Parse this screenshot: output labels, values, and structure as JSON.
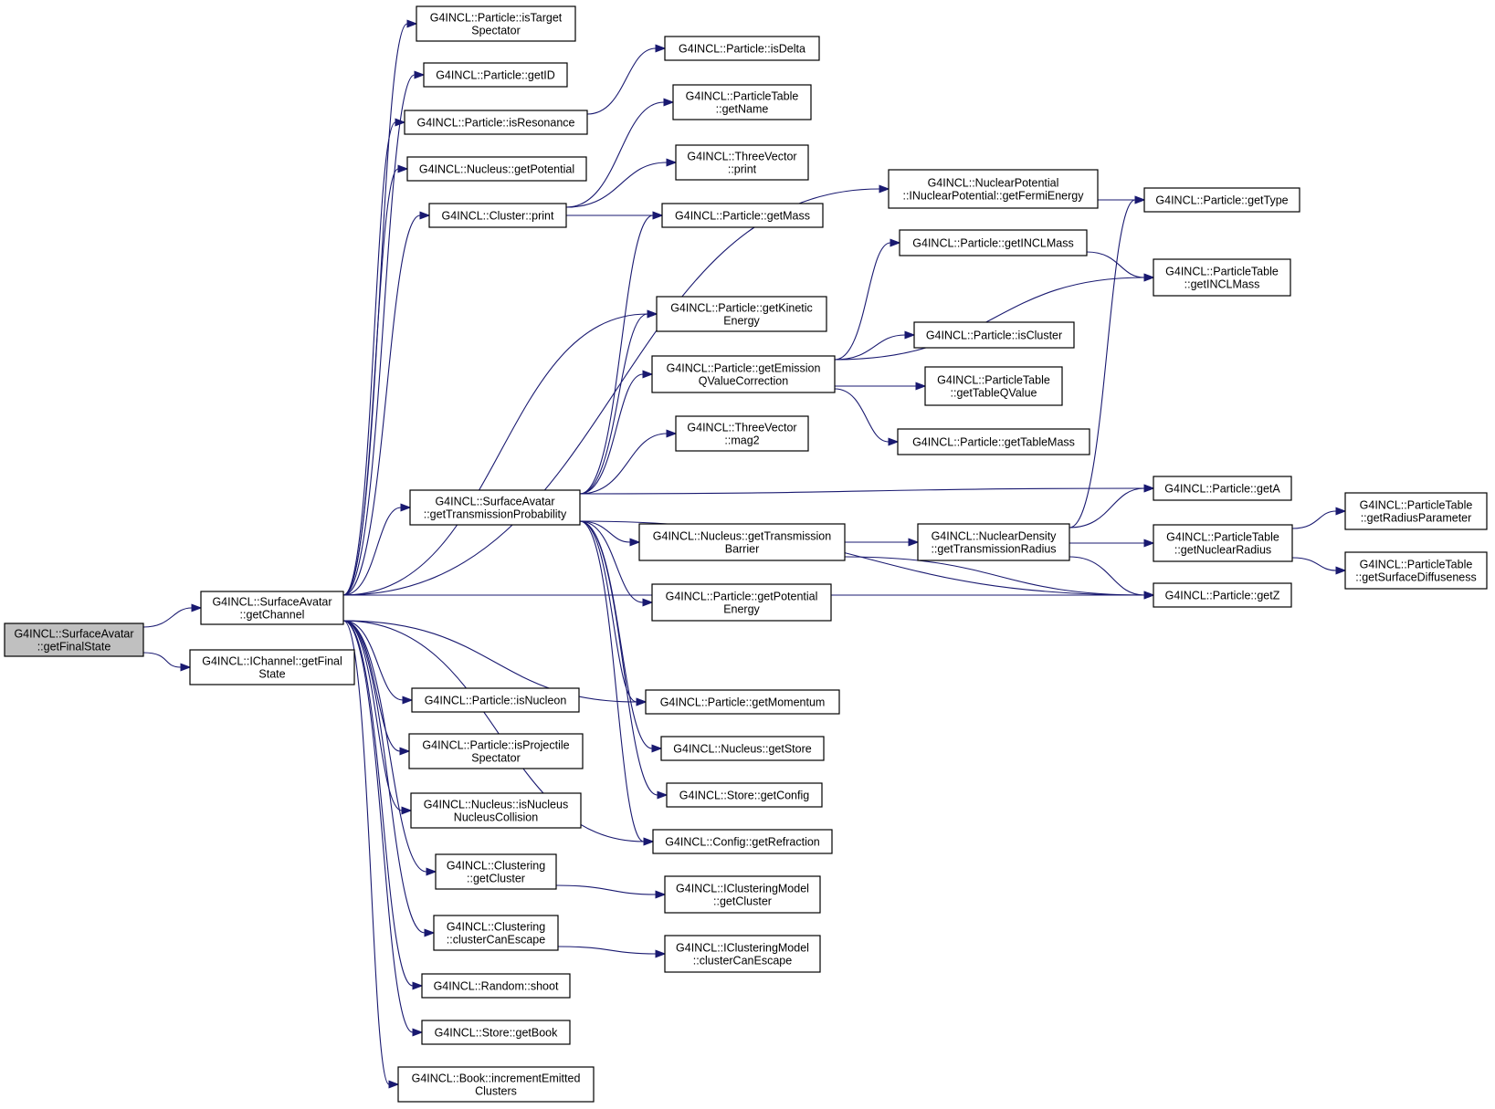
{
  "graph": {
    "edge_color": "#191970",
    "root_fill": "#c0c0c0",
    "node_fill": "#ffffff",
    "nodes": [
      {
        "id": "root",
        "lines": [
          "G4INCL::SurfaceAvatar",
          "::getFinalState"
        ]
      },
      {
        "id": "getChannel",
        "lines": [
          "G4INCL::SurfaceAvatar",
          "::getChannel"
        ]
      },
      {
        "id": "ichannelFinal",
        "lines": [
          "G4INCL::IChannel::getFinal",
          "State"
        ]
      },
      {
        "id": "isTargetSpectator",
        "lines": [
          "G4INCL::Particle::isTarget",
          "Spectator"
        ]
      },
      {
        "id": "getID",
        "lines": [
          "G4INCL::Particle::getID"
        ]
      },
      {
        "id": "isResonance",
        "lines": [
          "G4INCL::Particle::isResonance"
        ]
      },
      {
        "id": "nucGetPotential",
        "lines": [
          "G4INCL::Nucleus::getPotential"
        ]
      },
      {
        "id": "clusterPrint",
        "lines": [
          "G4INCL::Cluster::print"
        ]
      },
      {
        "id": "getTransProb",
        "lines": [
          "G4INCL::SurfaceAvatar",
          "::getTransmissionProbability"
        ]
      },
      {
        "id": "isNucleon",
        "lines": [
          "G4INCL::Particle::isNucleon"
        ]
      },
      {
        "id": "isProjSpect",
        "lines": [
          "G4INCL::Particle::isProjectile",
          "Spectator"
        ]
      },
      {
        "id": "isNNColl",
        "lines": [
          "G4INCL::Nucleus::isNucleus",
          "NucleusCollision"
        ]
      },
      {
        "id": "clusteringGetCluster",
        "lines": [
          "G4INCL::Clustering",
          "::getCluster"
        ]
      },
      {
        "id": "clusteringCanEscape",
        "lines": [
          "G4INCL::Clustering",
          "::clusterCanEscape"
        ]
      },
      {
        "id": "randomShoot",
        "lines": [
          "G4INCL::Random::shoot"
        ]
      },
      {
        "id": "storeGetBook",
        "lines": [
          "G4INCL::Store::getBook"
        ]
      },
      {
        "id": "bookIncrement",
        "lines": [
          "G4INCL::Book::incrementEmitted",
          "Clusters"
        ]
      },
      {
        "id": "isDelta",
        "lines": [
          "G4INCL::Particle::isDelta"
        ]
      },
      {
        "id": "ptGetName",
        "lines": [
          "G4INCL::ParticleTable",
          "::getName"
        ]
      },
      {
        "id": "tvPrint",
        "lines": [
          "G4INCL::ThreeVector",
          "::print"
        ]
      },
      {
        "id": "getMass",
        "lines": [
          "G4INCL::Particle::getMass"
        ]
      },
      {
        "id": "getKinetic",
        "lines": [
          "G4INCL::Particle::getKinetic",
          "Energy"
        ]
      },
      {
        "id": "getEmissionQ",
        "lines": [
          "G4INCL::Particle::getEmission",
          "QValueCorrection"
        ]
      },
      {
        "id": "tvMag2",
        "lines": [
          "G4INCL::ThreeVector",
          "::mag2"
        ]
      },
      {
        "id": "nucGetTransBarrier",
        "lines": [
          "G4INCL::Nucleus::getTransmission",
          "Barrier"
        ]
      },
      {
        "id": "getPotentialEnergy",
        "lines": [
          "G4INCL::Particle::getPotential",
          "Energy"
        ]
      },
      {
        "id": "getMomentum",
        "lines": [
          "G4INCL::Particle::getMomentum"
        ]
      },
      {
        "id": "nucGetStore",
        "lines": [
          "G4INCL::Nucleus::getStore"
        ]
      },
      {
        "id": "storeGetConfig",
        "lines": [
          "G4INCL::Store::getConfig"
        ]
      },
      {
        "id": "configGetRefraction",
        "lines": [
          "G4INCL::Config::getRefraction"
        ]
      },
      {
        "id": "icmGetCluster",
        "lines": [
          "G4INCL::IClusteringModel",
          "::getCluster"
        ]
      },
      {
        "id": "icmCanEscape",
        "lines": [
          "G4INCL::IClusteringModel",
          "::clusterCanEscape"
        ]
      },
      {
        "id": "npGetFermi",
        "lines": [
          "G4INCL::NuclearPotential",
          "::INuclearPotential::getFermiEnergy"
        ]
      },
      {
        "id": "getINCLMass",
        "lines": [
          "G4INCL::Particle::getINCLMass"
        ]
      },
      {
        "id": "isCluster",
        "lines": [
          "G4INCL::Particle::isCluster"
        ]
      },
      {
        "id": "ptGetTableQ",
        "lines": [
          "G4INCL::ParticleTable",
          "::getTableQValue"
        ]
      },
      {
        "id": "getTableMass",
        "lines": [
          "G4INCL::Particle::getTableMass"
        ]
      },
      {
        "id": "ndGetTransRadius",
        "lines": [
          "G4INCL::NuclearDensity",
          "::getTransmissionRadius"
        ]
      },
      {
        "id": "getType",
        "lines": [
          "G4INCL::Particle::getType"
        ]
      },
      {
        "id": "ptGetINCLMass",
        "lines": [
          "G4INCL::ParticleTable",
          "::getINCLMass"
        ]
      },
      {
        "id": "getA",
        "lines": [
          "G4INCL::Particle::getA"
        ]
      },
      {
        "id": "ptGetNuclearRadius",
        "lines": [
          "G4INCL::ParticleTable",
          "::getNuclearRadius"
        ]
      },
      {
        "id": "getZ",
        "lines": [
          "G4INCL::Particle::getZ"
        ]
      },
      {
        "id": "ptGetRadiusParam",
        "lines": [
          "G4INCL::ParticleTable",
          "::getRadiusParameter"
        ]
      },
      {
        "id": "ptGetSurfDiff",
        "lines": [
          "G4INCL::ParticleTable",
          "::getSurfaceDiffuseness"
        ]
      }
    ],
    "edges": [
      [
        "root",
        "getChannel"
      ],
      [
        "root",
        "ichannelFinal"
      ],
      [
        "getChannel",
        "isTargetSpectator"
      ],
      [
        "getChannel",
        "getID"
      ],
      [
        "getChannel",
        "isResonance"
      ],
      [
        "getChannel",
        "nucGetPotential"
      ],
      [
        "getChannel",
        "clusterPrint"
      ],
      [
        "getChannel",
        "npGetFermi"
      ],
      [
        "getChannel",
        "getKinetic"
      ],
      [
        "getChannel",
        "getTransProb"
      ],
      [
        "getChannel",
        "getZ"
      ],
      [
        "getChannel",
        "getMomentum"
      ],
      [
        "getChannel",
        "configGetRefraction"
      ],
      [
        "getChannel",
        "isNucleon"
      ],
      [
        "getChannel",
        "isProjSpect"
      ],
      [
        "getChannel",
        "isNNColl"
      ],
      [
        "getChannel",
        "clusteringGetCluster"
      ],
      [
        "getChannel",
        "clusteringCanEscape"
      ],
      [
        "getChannel",
        "randomShoot"
      ],
      [
        "getChannel",
        "storeGetBook"
      ],
      [
        "getChannel",
        "bookIncrement"
      ],
      [
        "isResonance",
        "isDelta"
      ],
      [
        "clusterPrint",
        "ptGetName"
      ],
      [
        "clusterPrint",
        "tvPrint"
      ],
      [
        "clusterPrint",
        "getMass"
      ],
      [
        "getTransProb",
        "getMass"
      ],
      [
        "getTransProb",
        "getKinetic"
      ],
      [
        "getTransProb",
        "getEmissionQ"
      ],
      [
        "getTransProb",
        "tvMag2"
      ],
      [
        "getTransProb",
        "getA"
      ],
      [
        "getTransProb",
        "nucGetTransBarrier"
      ],
      [
        "getTransProb",
        "getPotentialEnergy"
      ],
      [
        "getTransProb",
        "getZ"
      ],
      [
        "getTransProb",
        "getMomentum"
      ],
      [
        "getTransProb",
        "nucGetStore"
      ],
      [
        "getTransProb",
        "storeGetConfig"
      ],
      [
        "getTransProb",
        "configGetRefraction"
      ],
      [
        "getEmissionQ",
        "getINCLMass"
      ],
      [
        "getEmissionQ",
        "ptGetINCLMass"
      ],
      [
        "getEmissionQ",
        "isCluster"
      ],
      [
        "getEmissionQ",
        "ptGetTableQ"
      ],
      [
        "getEmissionQ",
        "getTableMass"
      ],
      [
        "nucGetTransBarrier",
        "ndGetTransRadius"
      ],
      [
        "nucGetTransBarrier",
        "getZ"
      ],
      [
        "ndGetTransRadius",
        "getType"
      ],
      [
        "ndGetTransRadius",
        "getA"
      ],
      [
        "ndGetTransRadius",
        "ptGetNuclearRadius"
      ],
      [
        "ndGetTransRadius",
        "getZ"
      ],
      [
        "ptGetNuclearRadius",
        "ptGetRadiusParam"
      ],
      [
        "ptGetNuclearRadius",
        "ptGetSurfDiff"
      ],
      [
        "npGetFermi",
        "getType"
      ],
      [
        "getINCLMass",
        "ptGetINCLMass"
      ],
      [
        "clusteringGetCluster",
        "icmGetCluster"
      ],
      [
        "clusteringCanEscape",
        "icmCanEscape"
      ]
    ]
  }
}
